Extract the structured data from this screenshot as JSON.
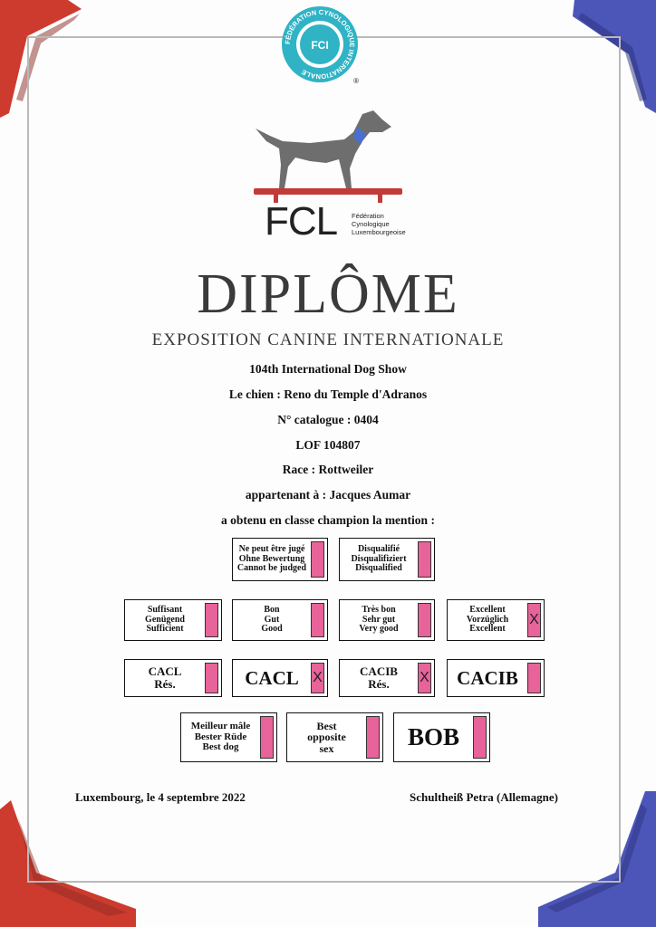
{
  "fci_seal": {
    "ring_text": "FÉDÉRATION CYNOLOGIQUE INTERNATIONALE",
    "center": "FCI",
    "mark": "®"
  },
  "fcl_logo": {
    "letters": "FCL",
    "line1": "Fédération Cynologique",
    "line2": "Luxembourgeoise"
  },
  "title": "DIPLÔME",
  "subtitle": "EXPOSITION CANINE INTERNATIONALE",
  "lines": {
    "show": "104th International Dog Show",
    "dog": "Le chien :  Reno du Temple d'Adranos",
    "catalogue": "N° catalogue : 0404",
    "lof": "LOF 104807",
    "race": "Race : Rottweiler",
    "owner": "appartenant à : Jacques Aumar",
    "mention": "a obtenu en classe champion la mention :"
  },
  "boxes": {
    "not_judged": [
      "Ne peut être jugé",
      "Ohne Bewertung",
      "Cannot be judged"
    ],
    "disqualified": [
      "Disqualifié",
      "Disqualifiziert",
      "Disqualified"
    ],
    "sufficient": [
      "Suffisant",
      "Genügend",
      "Sufficient"
    ],
    "good": [
      "Bon",
      "Gut",
      "Good"
    ],
    "very_good": [
      "Très bon",
      "Sehr gut",
      "Very good"
    ],
    "excellent": [
      "Excellent",
      "Vorzüglich",
      "Excellent"
    ],
    "cacl_res": [
      "CACL",
      "Rés."
    ],
    "cacl": [
      "CACL"
    ],
    "cacib_res": [
      "CACIB",
      "Rés."
    ],
    "cacib": [
      "CACIB"
    ],
    "best_male": [
      "Meilleur mâle",
      "Bester Rüde",
      "Best dog"
    ],
    "best_opposite": [
      "Best",
      "opposite",
      "sex"
    ],
    "bob": [
      "BOB"
    ]
  },
  "marks": {
    "excellent": "X",
    "cacl": "X",
    "cacib_res": "X"
  },
  "footer": {
    "place_date": "Luxembourg, le 4 septembre 2022",
    "judge": "Schultheiß Petra (Allemagne)"
  },
  "colors": {
    "checkbox_pink": "#e8639a",
    "corner_red": "#cc3b2e",
    "corner_blue": "#4b56b8",
    "seal_teal": "#2fb3c5",
    "dog_grey": "#6e6e6e",
    "table_red": "#c23a3a"
  }
}
